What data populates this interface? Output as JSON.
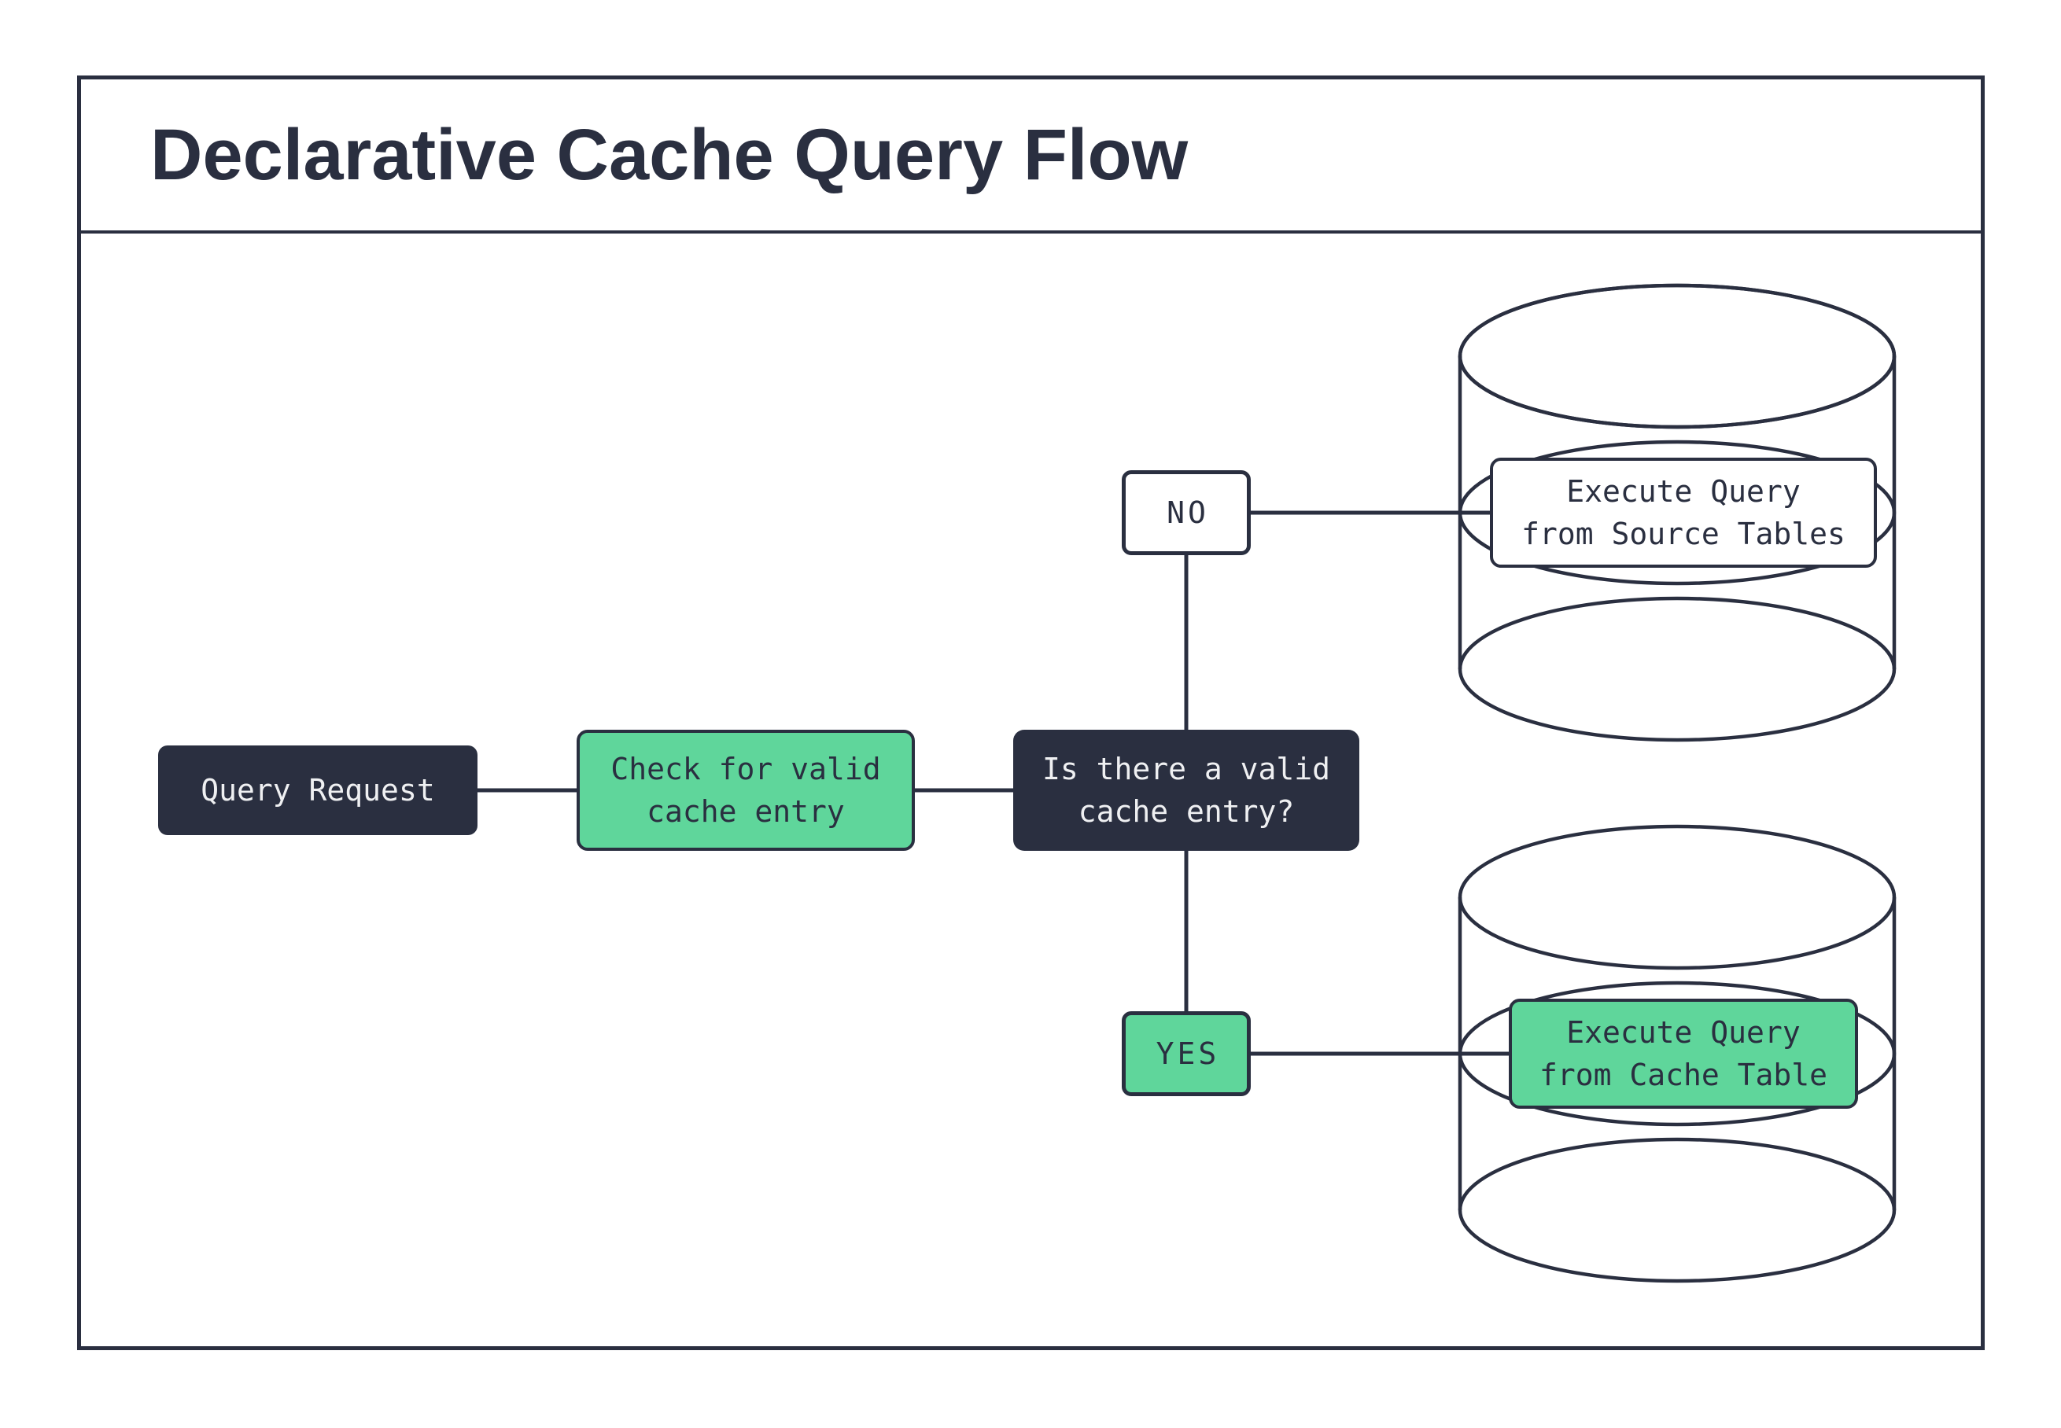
{
  "header": {
    "title": "Declarative Cache Query Flow"
  },
  "colors": {
    "dark_navy": "#2A2F40",
    "green": "#5FD69B",
    "white": "#FFFFFF",
    "light_text": "#EFF0F2"
  },
  "icons": {
    "source_database": "database-cylinder",
    "cache_database": "database-cylinder"
  },
  "flow": {
    "query_request": {
      "label": "Query Request"
    },
    "check_cache": {
      "line1": "Check for valid",
      "line2": "cache entry"
    },
    "decision": {
      "line1": "Is there a valid",
      "line2": "cache entry?"
    },
    "branch_no": {
      "label": "NO"
    },
    "branch_yes": {
      "label": "YES"
    },
    "execute_source": {
      "line1": "Execute Query",
      "line2": "from Source Tables"
    },
    "execute_cache": {
      "line1": "Execute Query",
      "line2": "from Cache Table"
    }
  }
}
